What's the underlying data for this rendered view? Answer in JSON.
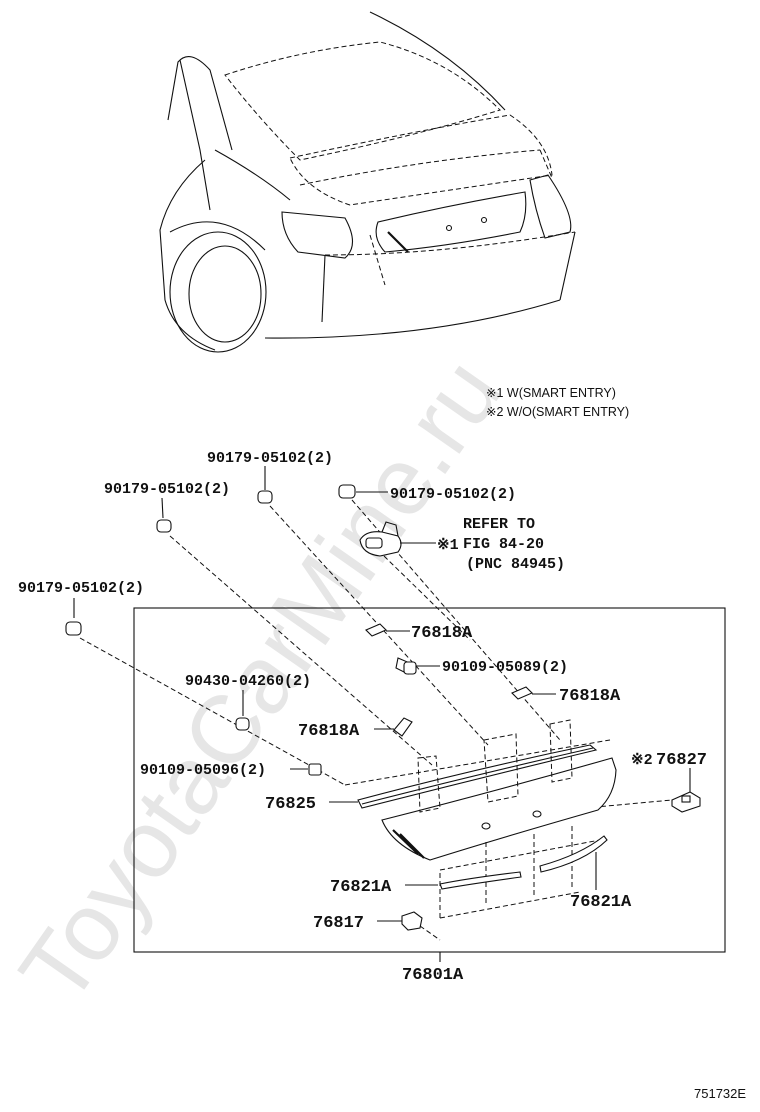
{
  "watermark": "ToyotaCarMine.ru",
  "notes": {
    "note1": "※1 W(SMART ENTRY)",
    "note2": "※2 W/O(SMART ENTRY)"
  },
  "refer": {
    "line1": "REFER TO",
    "line2": "FIG 84-20",
    "line3": "(PNC 84945)",
    "marker": "※1"
  },
  "labels": {
    "p90179_a": "90179-05102(2)",
    "p90179_b": "90179-05102(2)",
    "p90179_c": "90179-05102(2)",
    "p90179_d": "90179-05102(2)",
    "p76818A_a": "76818A",
    "p76818A_b": "76818A",
    "p76818A_c": "76818A",
    "p90109_05089": "90109-05089(2)",
    "p90430": "90430-04260(2)",
    "p90109_05096": "90109-05096(2)",
    "p76825": "76825",
    "p76827_mark": "※2",
    "p76827": "76827",
    "p76821A_a": "76821A",
    "p76821A_b": "76821A",
    "p76817": "76817",
    "p76801A": "76801A"
  },
  "figure_code": "751732E"
}
